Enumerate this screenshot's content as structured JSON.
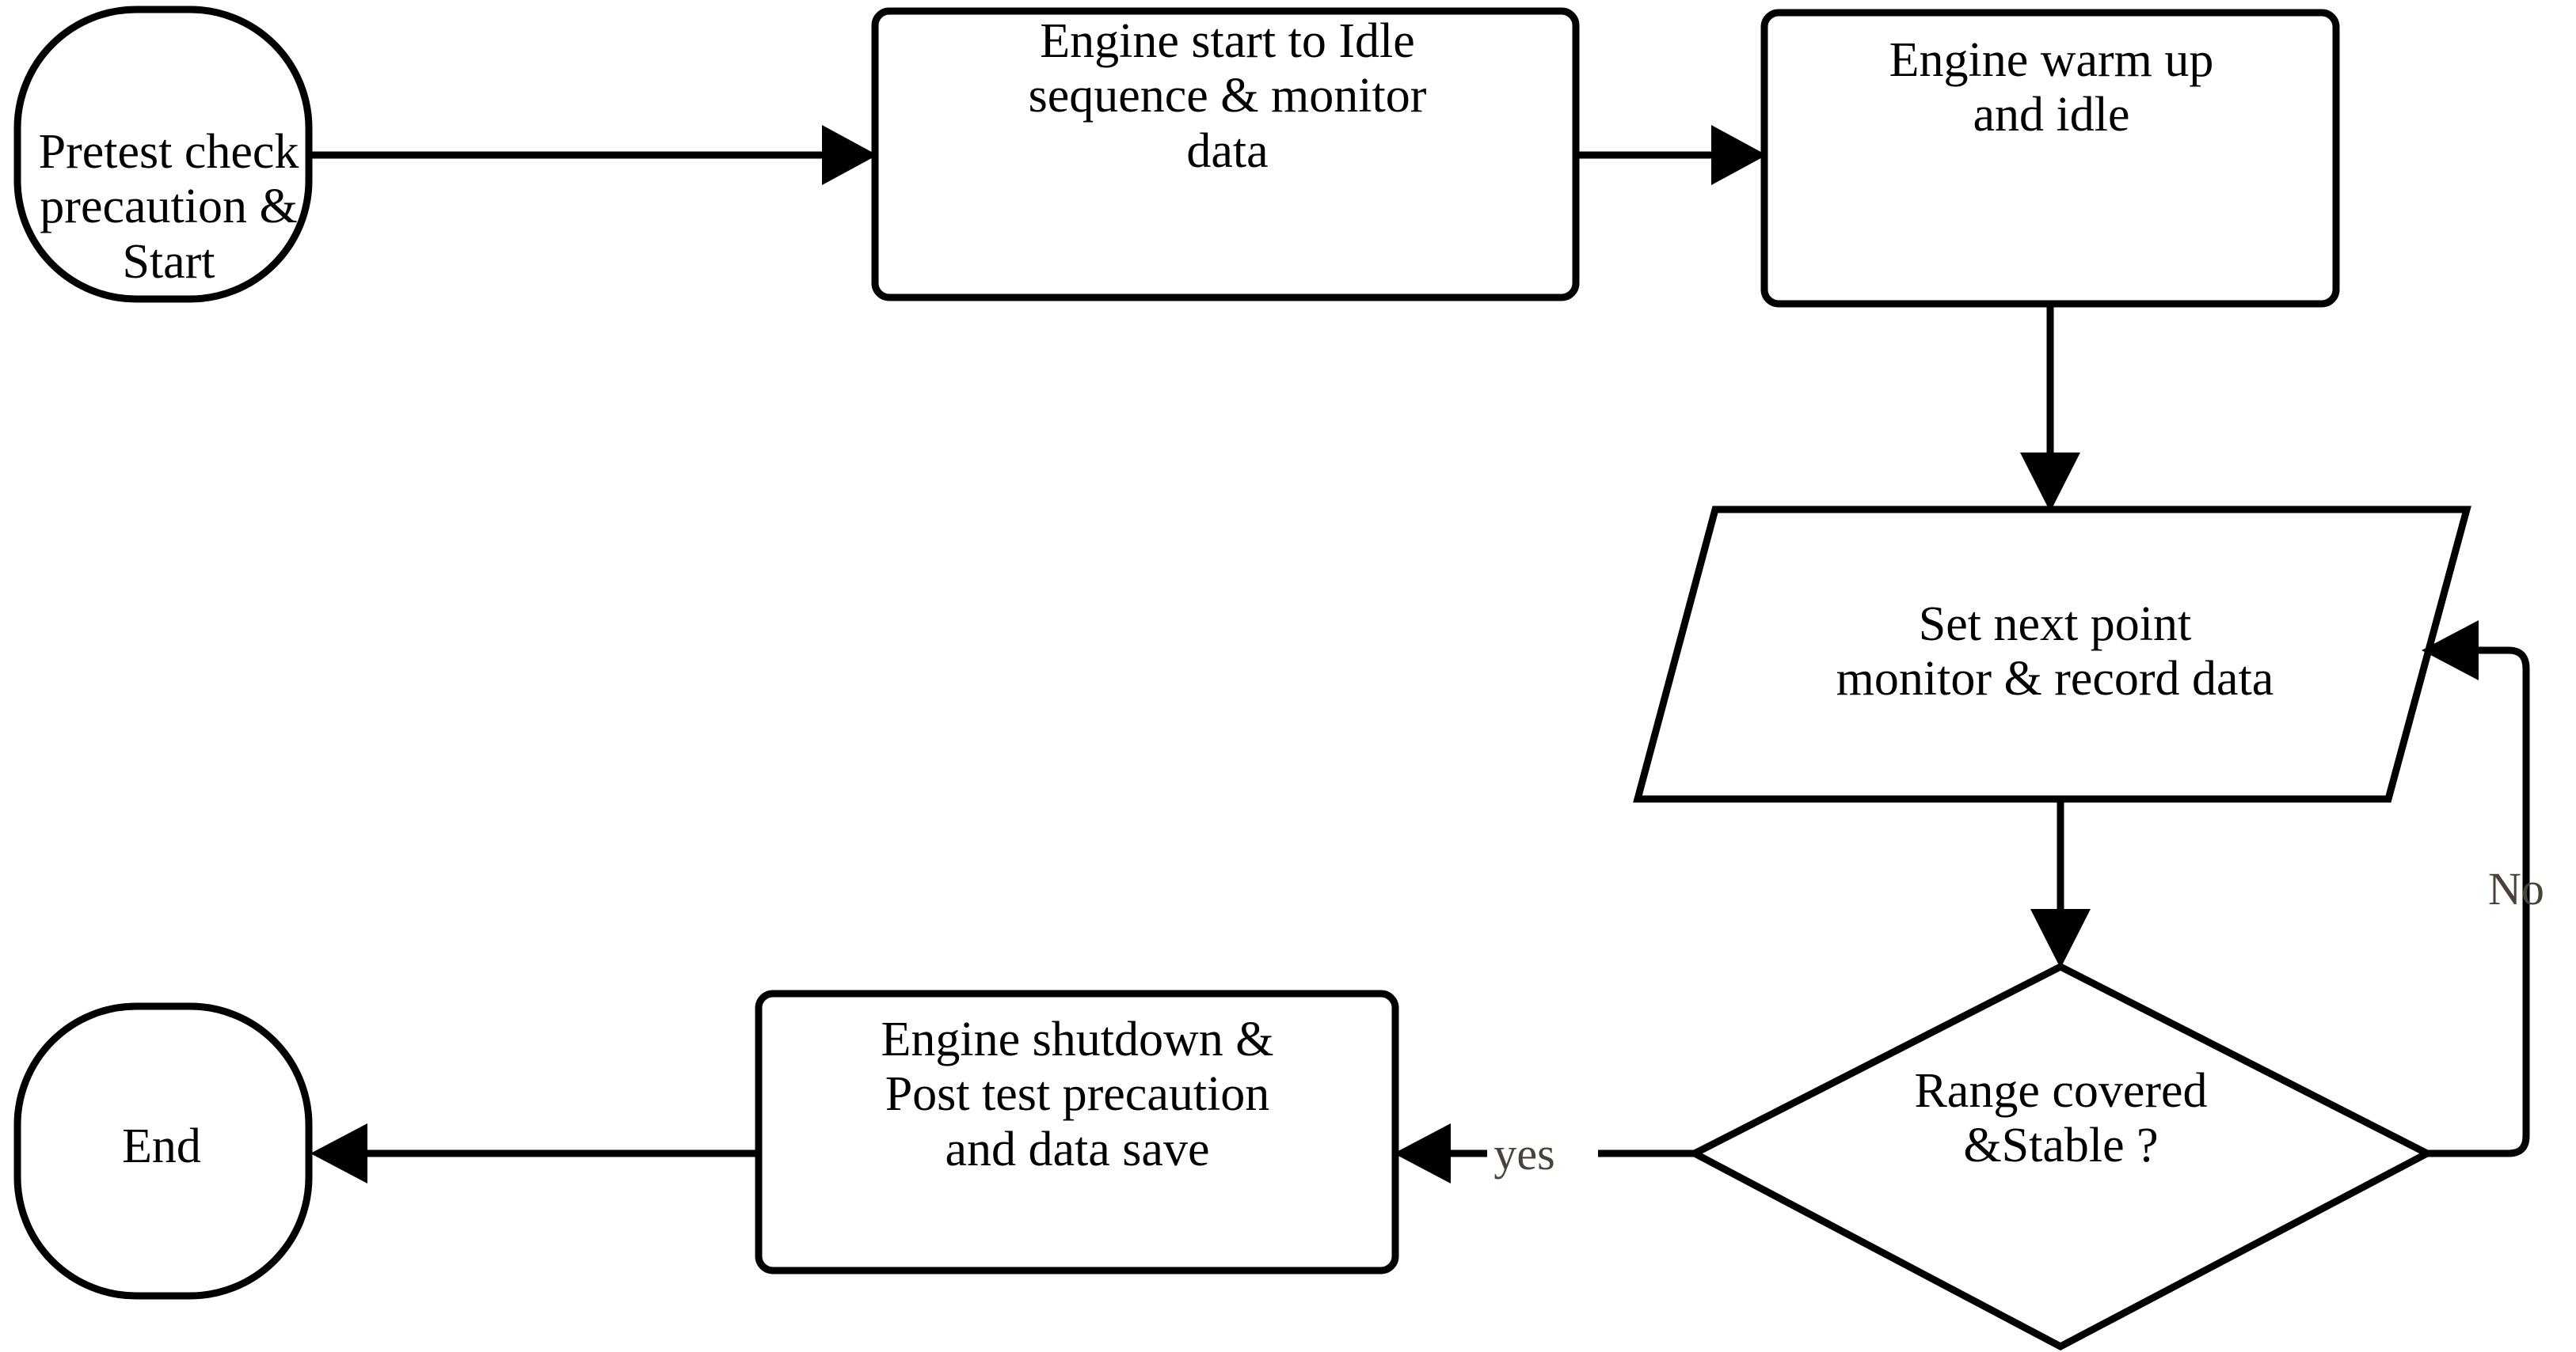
{
  "diagram": {
    "title": "Engine test procedure flowchart",
    "type": "flowchart",
    "background_color": "#ffffff",
    "line_color": "#000000",
    "text_color": "#000000",
    "edge_label_color": "#4a4236",
    "nodes": [
      {
        "id": "start",
        "shape": "stadium",
        "label": "Pretest check\nprecaution & Start"
      },
      {
        "id": "engine-start",
        "shape": "rounded-rectangle",
        "label": "Engine start to Idle\nsequence & monitor\ndata"
      },
      {
        "id": "warmup",
        "shape": "rounded-rectangle",
        "label": "Engine warm up\nand idle"
      },
      {
        "id": "setpoint",
        "shape": "parallelogram",
        "label": "Set next point\nmonitor & record data"
      },
      {
        "id": "decision",
        "shape": "diamond",
        "label": "Range covered\n&Stable ?"
      },
      {
        "id": "shutdown",
        "shape": "rounded-rectangle",
        "label": "Engine shutdown &\nPost test precaution\nand data save"
      },
      {
        "id": "end",
        "shape": "stadium",
        "label": "End"
      }
    ],
    "edges": [
      {
        "id": "start-to-engine-start",
        "from": "start",
        "to": "engine-start",
        "label": ""
      },
      {
        "id": "engine-start-to-warmup",
        "from": "engine-start",
        "to": "warmup",
        "label": ""
      },
      {
        "id": "warmup-to-setpoint",
        "from": "warmup",
        "to": "setpoint",
        "label": ""
      },
      {
        "id": "setpoint-to-decision",
        "from": "setpoint",
        "to": "decision",
        "label": ""
      },
      {
        "id": "decision-to-shutdown",
        "from": "decision",
        "to": "shutdown",
        "label": "yes"
      },
      {
        "id": "decision-to-setpoint",
        "from": "decision",
        "to": "setpoint",
        "label": "No"
      },
      {
        "id": "shutdown-to-end",
        "from": "shutdown",
        "to": "end",
        "label": ""
      }
    ]
  }
}
